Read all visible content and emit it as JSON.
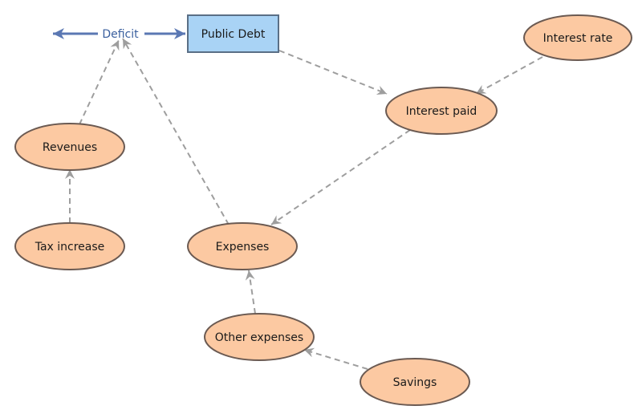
{
  "diagram": {
    "nodes": {
      "deficit": "Deficit",
      "public_debt": "Public Debt",
      "interest_rate": "Interest rate",
      "interest_paid": "Interest paid",
      "revenues": "Revenues",
      "tax_increase": "Tax increase",
      "expenses": "Expenses",
      "other_expenses": "Other expenses",
      "savings": "Savings"
    },
    "colors": {
      "stock_fill": "#a9d3f5",
      "stock_stroke": "#5a6f86",
      "variable_fill": "#fcc9a2",
      "variable_stroke": "#6b5a52",
      "flow_arrow": "#5b78b3",
      "link_arrow": "#9e9e9e"
    }
  }
}
